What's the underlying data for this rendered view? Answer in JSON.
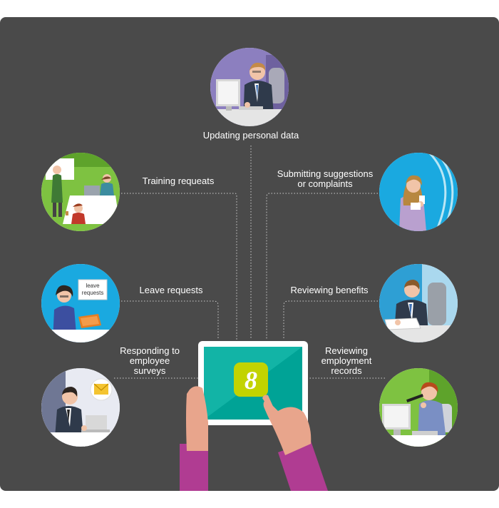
{
  "labels": {
    "updating": "Updating personal data",
    "training": "Training requeats",
    "suggestions": "Submitting suggestions\nor complaints",
    "leave": "Leave requests",
    "benefits": "Reviewing benefits",
    "surveys": "Responding to\nemployee\nsurveys",
    "records": "Reviewing\nemployment\nrecords"
  },
  "sign_text": "leave\nrequests",
  "app_icon_text": "8",
  "colors": {
    "panel": "#4a4a4a",
    "purple": "#8c7fbf",
    "green": "#7ec241",
    "blue": "#1aa9e0",
    "teal": "#00a396",
    "app_icon": "#c2d300",
    "sleeve": "#b03c92",
    "skin": "#e8a58c"
  }
}
